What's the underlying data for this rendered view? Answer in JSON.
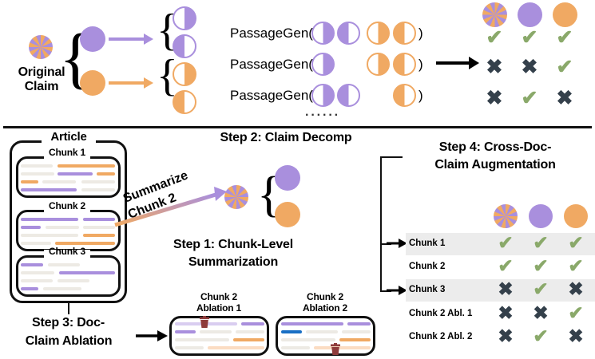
{
  "diagram": {
    "title": "Claim decomposition and cross-document claim augmentation pipeline",
    "colors": {
      "purple": "#a98fdd",
      "orange": "#f0a963",
      "check_green": "#8aa96a",
      "cross_dark": "#34404b",
      "line_grey": "#edeae4",
      "blue": "#1a6fc4",
      "trash_red": "#8e3b3b",
      "row_highlight": "#ececec"
    },
    "glyphs": {
      "check": "✔",
      "cross": "✖",
      "brace": "{",
      "ellipsis": "······"
    }
  },
  "top_panel": {
    "original_claim_label": "Original\nClaim",
    "original_claim_line1": "Original",
    "original_claim_line2": "Claim",
    "subclaims": [
      {
        "name": "purple-subclaim",
        "color": "purple"
      },
      {
        "name": "orange-subclaim",
        "color": "orange"
      }
    ],
    "passage_rows": [
      {
        "label": "PassageGen(",
        "close": ")",
        "slots": [
          {
            "color": "purple",
            "fill": "right",
            "present": true
          },
          {
            "color": "purple",
            "fill": "left",
            "present": true
          },
          {
            "color": "orange",
            "fill": "right",
            "present": true
          },
          {
            "color": "orange",
            "fill": "left",
            "present": true
          }
        ],
        "verdicts": [
          "check",
          "check",
          "check"
        ]
      },
      {
        "label": "PassageGen(",
        "close": ")",
        "slots": [
          {
            "color": "purple",
            "fill": "right",
            "present": true
          },
          {
            "color": "purple",
            "fill": "left",
            "present": false
          },
          {
            "color": "orange",
            "fill": "right",
            "present": true
          },
          {
            "color": "orange",
            "fill": "left",
            "present": true
          }
        ],
        "verdicts": [
          "cross",
          "cross",
          "check"
        ]
      },
      {
        "label": "PassageGen(",
        "close": ")",
        "slots": [
          {
            "color": "purple",
            "fill": "right",
            "present": true
          },
          {
            "color": "purple",
            "fill": "left",
            "present": true
          },
          {
            "color": "orange",
            "fill": "right",
            "present": false
          },
          {
            "color": "orange",
            "fill": "left",
            "present": true
          }
        ],
        "verdicts": [
          "cross",
          "check",
          "cross"
        ]
      }
    ],
    "ellipsis": "······",
    "verdict_header_icons": [
      "wheel",
      "purple",
      "orange"
    ]
  },
  "bottom_panel": {
    "article": {
      "title": "Article",
      "chunks": [
        {
          "title": "Chunk 1"
        },
        {
          "title": "Chunk 2"
        },
        {
          "title": "Chunk 3"
        }
      ]
    },
    "summarize_arrow_line1": "Summarize",
    "summarize_arrow_line2": "Chunk 2",
    "step1_line1": "Step 1:  Chunk-Level",
    "step1_line2": "Summarization",
    "step2_title": "Step 2: Claim Decomp",
    "step3_line1": "Step 3: Doc-",
    "step3_line2": "Claim Ablation",
    "step4_line1": "Step 4: Cross-Doc-",
    "step4_line2": "Claim Augmentation",
    "ablations": [
      {
        "title_line1": "Chunk 2",
        "title_line2": "Ablation 1"
      },
      {
        "title_line1": "Chunk 2",
        "title_line2": "Ablation 2"
      }
    ],
    "decomp_claims": [
      {
        "name": "purple-claim",
        "color": "purple"
      },
      {
        "name": "orange-claim",
        "color": "orange"
      }
    ],
    "table": {
      "column_icons": [
        "wheel",
        "purple",
        "orange"
      ],
      "rows": [
        {
          "label": "Chunk 1",
          "verdicts": [
            "check",
            "check",
            "check"
          ],
          "highlight": true,
          "arrow": true
        },
        {
          "label": "Chunk 2",
          "verdicts": [
            "check",
            "check",
            "check"
          ],
          "highlight": false,
          "arrow": false
        },
        {
          "label": "Chunk 3",
          "verdicts": [
            "cross",
            "check",
            "cross"
          ],
          "highlight": true,
          "arrow": true
        },
        {
          "label": "Chunk 2 Abl. 1",
          "verdicts": [
            "cross",
            "cross",
            "check"
          ],
          "highlight": false,
          "arrow": false
        },
        {
          "label": "Chunk 2 Abl. 2",
          "verdicts": [
            "cross",
            "check",
            "cross"
          ],
          "highlight": false,
          "arrow": false
        }
      ]
    }
  }
}
